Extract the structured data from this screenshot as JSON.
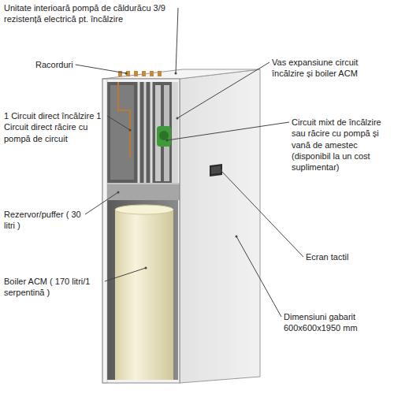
{
  "diagram": {
    "labels": [
      "Unitate interioară pompă de căldurăcu 3/9 rezistență electrică pt. încălzire",
      "Racorduri",
      "1 Circuit direct încălzire 1 Circuit direct răcire cu pompă de circuit",
      "Rezervor/puffer ( 30 litri )",
      "Boiler ACM ( 170 litri/1 serpentină )",
      "Vas expansiune circuit încălzire și boiler ACM",
      "Circuit mixt de încălzire sau răcire cu pompă și vană de amestec (disponibil la un cost suplimentar)",
      "Ecran tactil",
      "Dimensiuni gabarit 600x600x1950 mm"
    ]
  }
}
